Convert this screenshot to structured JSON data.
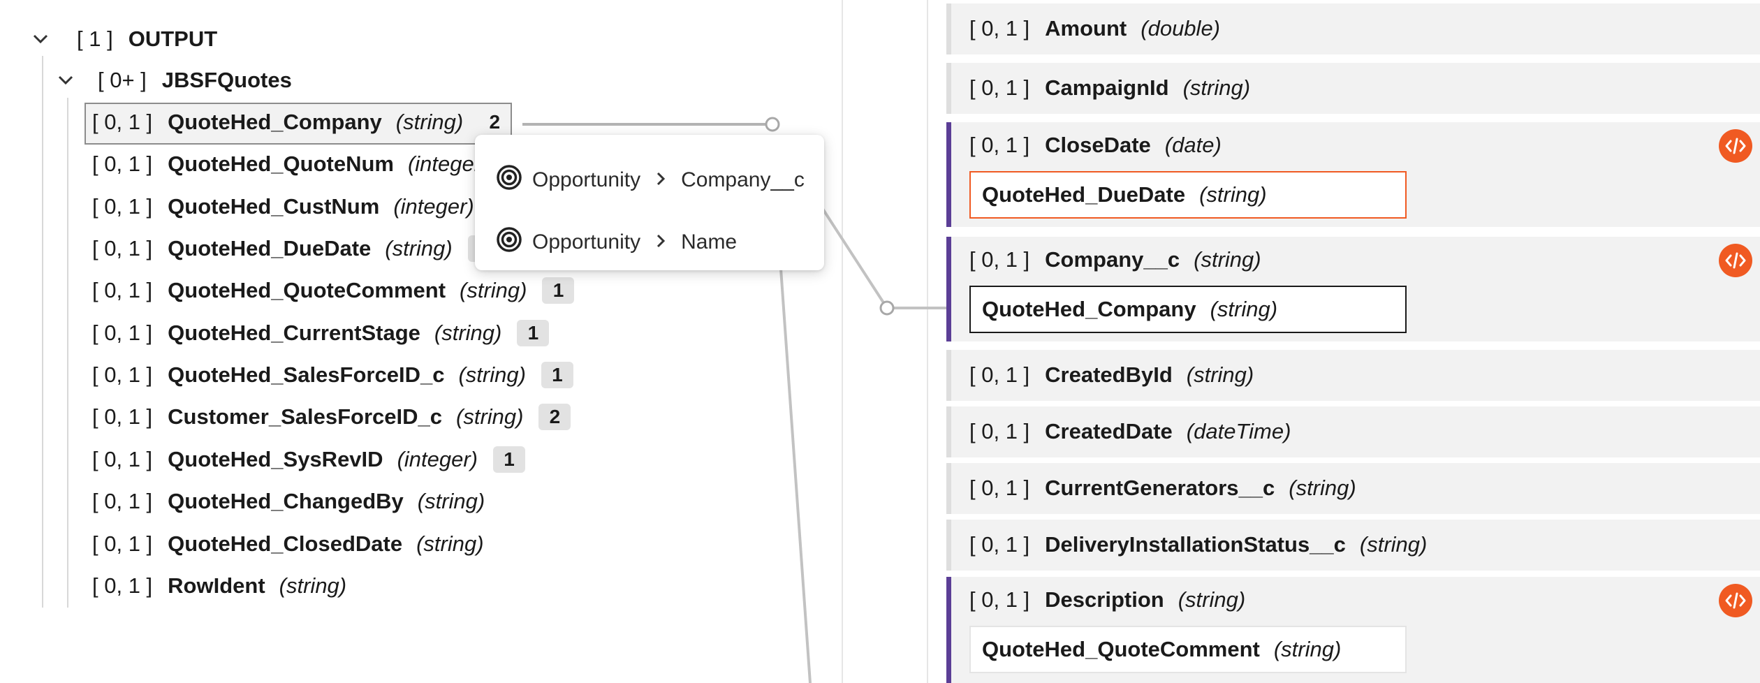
{
  "colors": {
    "accent_purple": "#5b3e96",
    "code_button": "#f05a22",
    "highlight_border": "#f05a22",
    "badge_bg": "#e2e2e2",
    "row_bg": "#f2f2f2"
  },
  "source_tree": {
    "root": {
      "card": "[ 1 ]",
      "label": "OUTPUT"
    },
    "group": {
      "card": "[ 0+ ]",
      "label": "JBSFQuotes"
    },
    "fields": [
      {
        "card": "[ 0, 1 ]",
        "label": "QuoteHed_Company",
        "type": "(string)",
        "badge": "2"
      },
      {
        "card": "[ 0, 1 ]",
        "label": "QuoteHed_QuoteNum",
        "type": "(integer)",
        "badge": ""
      },
      {
        "card": "[ 0, 1 ]",
        "label": "QuoteHed_CustNum",
        "type": "(integer)",
        "badge": ""
      },
      {
        "card": "[ 0, 1 ]",
        "label": "QuoteHed_DueDate",
        "type": "(string)",
        "badge": "1"
      },
      {
        "card": "[ 0, 1 ]",
        "label": "QuoteHed_QuoteComment",
        "type": "(string)",
        "badge": "1"
      },
      {
        "card": "[ 0, 1 ]",
        "label": "QuoteHed_CurrentStage",
        "type": "(string)",
        "badge": "1"
      },
      {
        "card": "[ 0, 1 ]",
        "label": "QuoteHed_SalesForceID_c",
        "type": "(string)",
        "badge": "1"
      },
      {
        "card": "[ 0, 1 ]",
        "label": "Customer_SalesForceID_c",
        "type": "(string)",
        "badge": "2"
      },
      {
        "card": "[ 0, 1 ]",
        "label": "QuoteHed_SysRevID",
        "type": "(integer)",
        "badge": "1"
      },
      {
        "card": "[ 0, 1 ]",
        "label": "QuoteHed_ChangedBy",
        "type": "(string)",
        "badge": ""
      },
      {
        "card": "[ 0, 1 ]",
        "label": "QuoteHed_ClosedDate",
        "type": "(string)",
        "badge": ""
      },
      {
        "card": "[ 0, 1 ]",
        "label": "RowIdent",
        "type": "(string)",
        "badge": ""
      }
    ]
  },
  "popup": {
    "items": [
      {
        "object": "Opportunity",
        "field": "Company__c"
      },
      {
        "object": "Opportunity",
        "field": "Name"
      }
    ]
  },
  "target_fields": [
    {
      "card": "[ 0, 1 ]",
      "label": "Amount",
      "type": "(double)"
    },
    {
      "card": "[ 0, 1 ]",
      "label": "CampaignId",
      "type": "(string)"
    },
    {
      "card": "[ 0, 1 ]",
      "label": "CloseDate",
      "type": "(date)",
      "mapped_label": "QuoteHed_DueDate",
      "mapped_type": "(string)"
    },
    {
      "card": "[ 0, 1 ]",
      "label": "Company__c",
      "type": "(string)",
      "mapped_label": "QuoteHed_Company",
      "mapped_type": "(string)"
    },
    {
      "card": "[ 0, 1 ]",
      "label": "CreatedById",
      "type": "(string)"
    },
    {
      "card": "[ 0, 1 ]",
      "label": "CreatedDate",
      "type": "(dateTime)"
    },
    {
      "card": "[ 0, 1 ]",
      "label": "CurrentGenerators__c",
      "type": "(string)"
    },
    {
      "card": "[ 0, 1 ]",
      "label": "DeliveryInstallationStatus__c",
      "type": "(string)"
    },
    {
      "card": "[ 0, 1 ]",
      "label": "Description",
      "type": "(string)",
      "mapped_label": "QuoteHed_QuoteComment",
      "mapped_type": "(string)"
    }
  ],
  "icons": {
    "expand": "chevron-down-icon",
    "target": "target-icon",
    "breadcrumb": "chevron-right-icon",
    "code": "code-icon"
  }
}
